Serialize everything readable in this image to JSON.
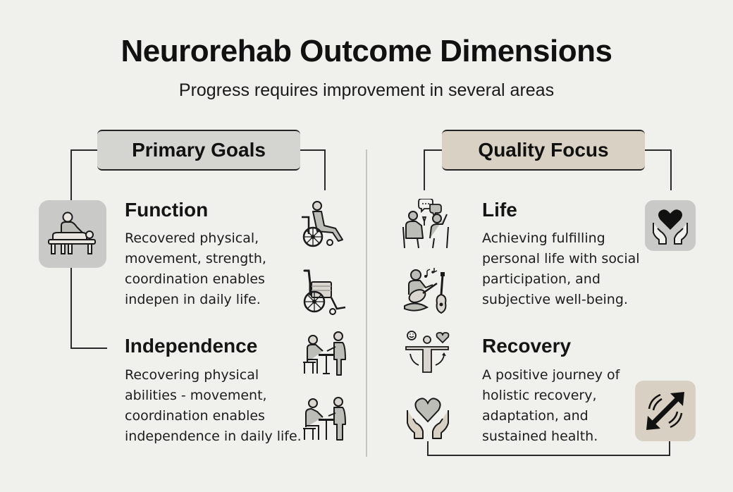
{
  "header": {
    "title": "Neurorehab Outcome Dimensions",
    "subtitle": "Progress requires improvement in several areas"
  },
  "left_panel": {
    "heading": "Primary Goals",
    "heading_color": "#d4d4d0",
    "sections": [
      {
        "title": "Function",
        "text": "Recovered physical,\nmovement, strength,\ncoordination enables\nindepen in daily life.",
        "icons": [
          "massage-therapy-icon",
          "wheelchair-user-icon",
          "wheelchair-icon"
        ]
      },
      {
        "title": "Independence",
        "text": "Recovering physical\nabilities - movement,\ncoordination enables\nindependence in daily life.",
        "icons": [
          "caregiver-assist-table-icon",
          "caregiver-assist-writing-icon"
        ]
      }
    ]
  },
  "right_panel": {
    "heading": "Quality Focus",
    "heading_color": "#d9d2c4",
    "sections": [
      {
        "title": "Life",
        "text": "Achieving fulfilling\npersonal life with social\nparticipation, and\nsubjective well-being.",
        "icons": [
          "social-conversation-icon",
          "guitar-music-icon",
          "heart-in-hands-icon"
        ]
      },
      {
        "title": "Recovery",
        "text": "A positive journey of\nholistic recovery,\nadaptation, and\nsustained health.",
        "icons": [
          "wellbeing-figure-icon",
          "heart-care-hands-icon",
          "bidirectional-arrow-icon"
        ]
      }
    ]
  },
  "colors": {
    "background": "#f0f0ec",
    "text": "#141414",
    "connector": "#2a2a2a",
    "tile_gray": "#c9cac7",
    "tile_tan": "#d8d1c3",
    "divider": "#c4c4c0"
  }
}
